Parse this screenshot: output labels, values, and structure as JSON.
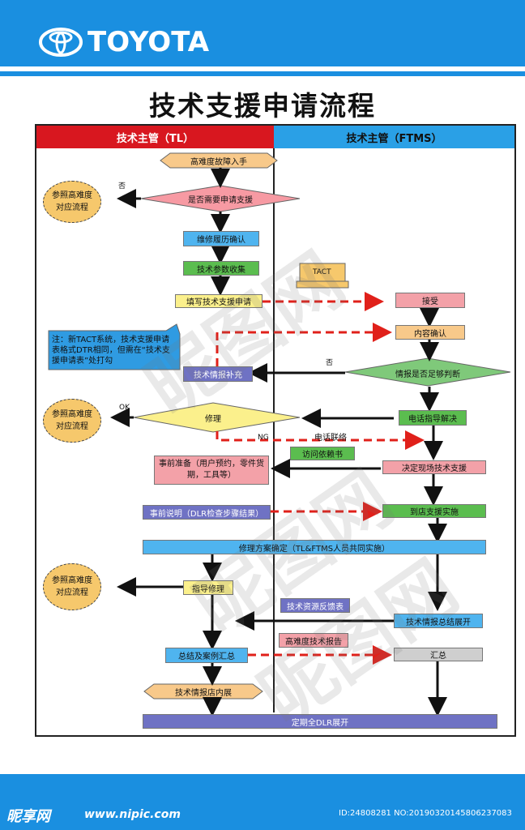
{
  "header": {
    "brand": "TOYOTA"
  },
  "title": "技术支援申请流程",
  "columns": {
    "tl": "技术主管（TL）",
    "ftms": "技术主管（FTMS）"
  },
  "nodes": {
    "difficult_fault": "高难度故障入手",
    "need_support": "是否需要申请支援",
    "repair_history": "维修履历确认",
    "param_collect": "技术参数收集",
    "fill_request": "填写技术支援申请",
    "receive": "接受",
    "content_confirm": "内容确认",
    "info_supplement": "技术情报补充",
    "info_sufficient": "情报是否足够判断",
    "repair": "修理",
    "phone_guide": "电话指导解决",
    "visit_letter": "访问依赖书",
    "pre_prep": "事前准备（用户预约，零件货期，工具等）",
    "decide_onsite": "决定现场技术支援",
    "pre_explain": "事前说明（DLR检查步骤结果）",
    "store_support": "到店支援实施",
    "plan_confirm": "修理方案确定（TL&FTMS人员共同实施）",
    "guide_repair": "指导修理",
    "tech_feedback": "技术资源反馈表",
    "tech_report_expand": "技术情报总结展开",
    "difficult_report": "高难度技术报告",
    "summary_case": "总结及案例汇总",
    "summary": "汇总",
    "store_expand": "技术情报店内展",
    "dlr_expand": "定期全DLR展开",
    "ref_flow_1": "参照高难度对应流程",
    "ref_flow_2": "参照高难度对应流程",
    "ref_flow_3": "参照高难度对应流程",
    "tact": "TACT",
    "note": "注：新TACT系统，技术支援申请表格式DTR相同，但需在“技术支援申请表”处打勾"
  },
  "labels": {
    "no1": "否",
    "no2": "否",
    "ok": "OK",
    "ng": "NG",
    "phone_contact": "电话联络"
  },
  "watermark": "昵图网",
  "footer": {
    "logo": "昵享网",
    "url": "www.nipic.com",
    "id": "ID:24808281 NO:20190320145806237083"
  },
  "colors": {
    "header_blue": "#1a8fe0",
    "tl_red": "#d8171f",
    "ftms_blue": "#2aa0e6",
    "arrow_red": "#e0201a"
  }
}
